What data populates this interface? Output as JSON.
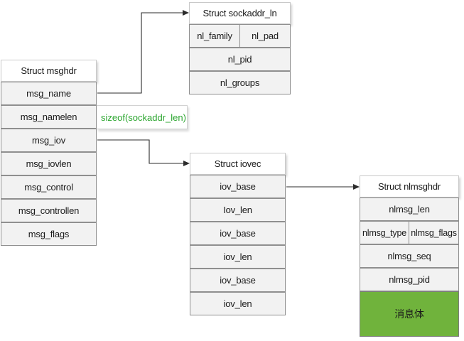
{
  "msghdr": {
    "title": "Struct msghdr",
    "fields": [
      "msg_name",
      "msg_namelen",
      "msg_iov",
      "msg_iovlen",
      "msg_control",
      "msg_controllen",
      "msg_flags"
    ],
    "namelen_note": "sizeof(sockaddr_len)"
  },
  "sockaddr": {
    "title": "Struct sockaddr_ln",
    "nl_family": "nl_family",
    "nl_pad": "nl_pad",
    "nl_pid": "nl_pid",
    "nl_groups": "nl_groups"
  },
  "iovec": {
    "title": "Struct iovec",
    "fields": [
      "iov_base",
      "Iov_len",
      "iov_base",
      "iov_len",
      "iov_base",
      "iov_len"
    ]
  },
  "nlmsghdr": {
    "title": "Struct nlmsghdr",
    "nlmsg_len": "nlmsg_len",
    "nlmsg_type": "nlmsg_type",
    "nlmsg_flags": "nlmsg_flags",
    "nlmsg_seq": "nlmsg_seq",
    "nlmsg_pid": "nlmsg_pid",
    "body": "消息体"
  },
  "colors": {
    "cell_fill": "#f2f2f2",
    "body_fill": "#70b33c",
    "note_text": "#2aa52e",
    "connector": "#2b2b2b"
  }
}
